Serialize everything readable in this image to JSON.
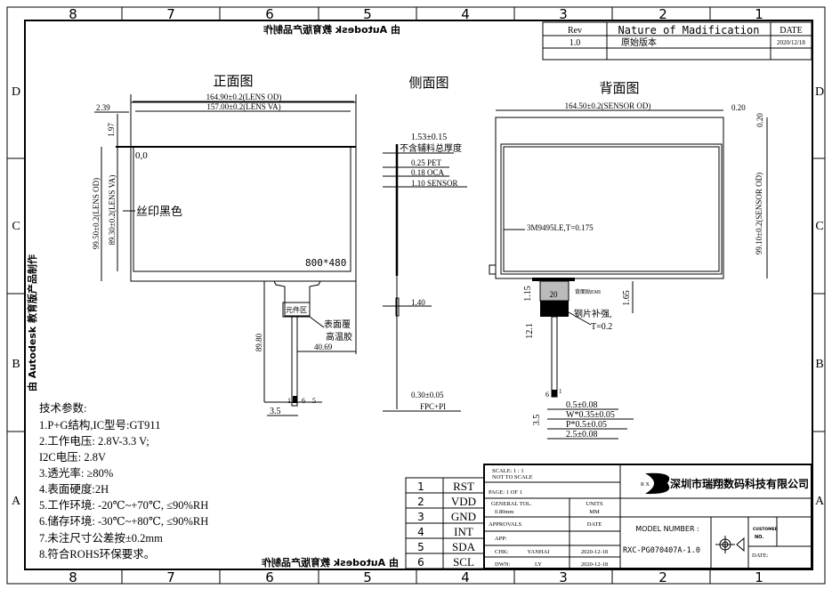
{
  "border": {
    "columns": [
      "8",
      "7",
      "6",
      "5",
      "4",
      "3",
      "2",
      "1"
    ],
    "rows": [
      "D",
      "C",
      "B",
      "A"
    ],
    "watermark": "由 Autodesk 教育版产品制作"
  },
  "revision": {
    "headers": [
      "Rev",
      "Nature of Madification",
      "DATE"
    ],
    "rows": [
      [
        "1.0",
        "原始版本",
        "2020/12/18"
      ]
    ]
  },
  "views": {
    "front_title": "正面图",
    "side_title": "侧面图",
    "back_title": "背面图"
  },
  "front": {
    "od_width": "164.90±0.2(LENS OD)",
    "va_width": "157.00±0.2(LENS VA)",
    "left_offset": "2.39",
    "top_offset": "1.97",
    "origin": "0,0",
    "od_height": "99.50±0.2(LENS OD)",
    "va_height": "89.30±0.2(LENS VA)",
    "silk_note": "丝印黑色",
    "resolution": "800*480",
    "component_area": "元件区",
    "cover_note_1": "表面覆",
    "cover_note_2": "高温胶",
    "fpc_offset": "40.69",
    "fpc_length": "89.80",
    "pin_1": "1",
    "pin_6": "6",
    "pin_5": "5",
    "fpc_pitch": "3.5"
  },
  "side": {
    "total": "1.53±0.15",
    "total_note": "不含辅料总厚度",
    "pet": "0.25 PET",
    "oca": "0.18 OCA",
    "sensor": "1.10 SENSOR",
    "stiff": "1.40",
    "fpc": "0.30±0.05",
    "fpc_note": "FPC+PI"
  },
  "back": {
    "od_width": "164.50±0.2(SENSOR OD)",
    "right_offset": "0.20",
    "top_offset": "0.20",
    "od_height": "99.10±0.2(SENSOR OD)",
    "tape": "3M9495LE,T=0.175",
    "emi": "背面贴EMI",
    "emi_num": "20",
    "d115": "1.15",
    "d165": "1.65",
    "d121": "12.1",
    "steel": "钢片补强,",
    "steel_t": "T=0.2",
    "pin_1": "1",
    "pin_6": "6",
    "f1": "0.5±0.08",
    "f2": "W*0.35±0.05",
    "f3": "P*0.5±0.05",
    "f4": "2.5±0.08",
    "d35": "3.5"
  },
  "notes": [
    "技术参数:",
    "1.P+G结构,IC型号:GT911",
    "2.工作电压: 2.8V-3.3 V;",
    "I2C电压: 2.8V",
    "3.透光率: ≥80%",
    "4.表面硬度:2H",
    "5.工作环境: -20℃~+70℃, ≤90%RH",
    "6.储存环境: -30℃~+80℃, ≤90%RH",
    "7.未注尺寸公差按±0.2mm",
    "8.符合ROHS环保要求。"
  ],
  "pins": [
    {
      "num": "1",
      "name": "RST"
    },
    {
      "num": "2",
      "name": "VDD"
    },
    {
      "num": "3",
      "name": "GND"
    },
    {
      "num": "4",
      "name": "INT"
    },
    {
      "num": "5",
      "name": "SDA"
    },
    {
      "num": "6",
      "name": "SCL"
    }
  ],
  "title_block": {
    "scale": "SCALE: 1 : 1",
    "not_to_scale": "NOT TO SCALE",
    "page": "PAGE: 1 OF 1",
    "tol_label": "GENERAL TOL.",
    "tol_value": "0.80mm",
    "units_label": "UNITS",
    "units_value": "MM",
    "approvals": "APPROVALS",
    "date": "DATE",
    "app": "APP:",
    "chk": "CHK:",
    "chk_name": "YANHAI",
    "chk_date": "2020-12-18",
    "dwn": "DWN:",
    "dwn_name": "LY",
    "dwn_date": "2020-12-18",
    "logo_text": "R X",
    "company": "深圳市瑞翔数码科技有限公司",
    "model_label": "MODEL NUMBER :",
    "model": "RXC-PG070407A-1.0",
    "customer": "CUSTOMER",
    "no": "NO.",
    "cust_date": "DATE:"
  }
}
